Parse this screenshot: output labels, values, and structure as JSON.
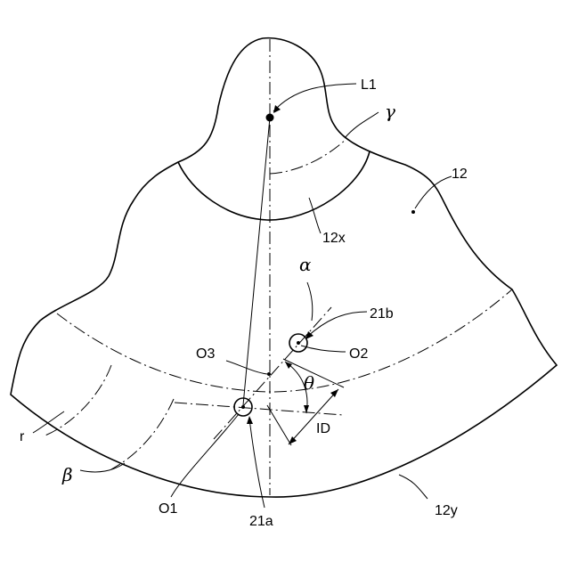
{
  "labels": {
    "L1": "L1",
    "gamma": "γ",
    "part12": "12",
    "part12x": "12x",
    "alpha": "α",
    "p21b": "21b",
    "O3": "O3",
    "O2": "O2",
    "theta": "θ",
    "ID": "ID",
    "r": "r",
    "beta": "β",
    "O1": "O1",
    "p21a": "21a",
    "part12y": "12y"
  }
}
